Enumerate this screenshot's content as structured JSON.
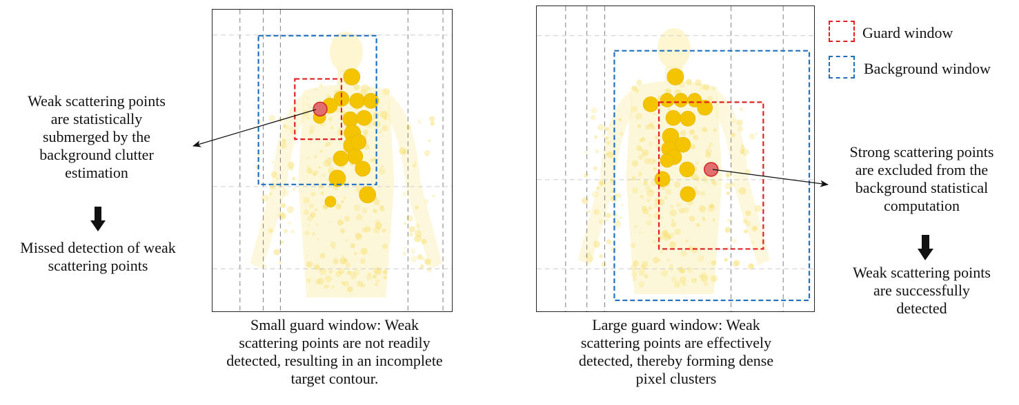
{
  "left_note": {
    "lines": [
      "Weak scattering points",
      "are statistically",
      "submerged by the",
      "background clutter",
      "estimation"
    ],
    "result_lines": [
      "Missed detection of weak",
      "scattering points"
    ]
  },
  "right_note": {
    "lines": [
      "Strong scattering points",
      "are excluded from the",
      "background statistical",
      "computation"
    ],
    "result_lines": [
      "Weak scattering points",
      "are successfully",
      "detected"
    ]
  },
  "left_caption": [
    "Small guard window: Weak",
    "scattering points are not readily",
    "detected, resulting in an incomplete",
    "target contour."
  ],
  "right_caption": [
    "Large guard window: Weak",
    "scattering points are effectively",
    "detected, thereby forming dense",
    "pixel clusters"
  ],
  "legend": {
    "guard_label": "Guard window",
    "background_label": "Background window",
    "guard_color": "#e02020",
    "background_color": "#1f6fbf"
  },
  "colors": {
    "strong_point": "#f5c400",
    "weak_point": "#fbeeaa",
    "highlight_point": "#e07070"
  }
}
